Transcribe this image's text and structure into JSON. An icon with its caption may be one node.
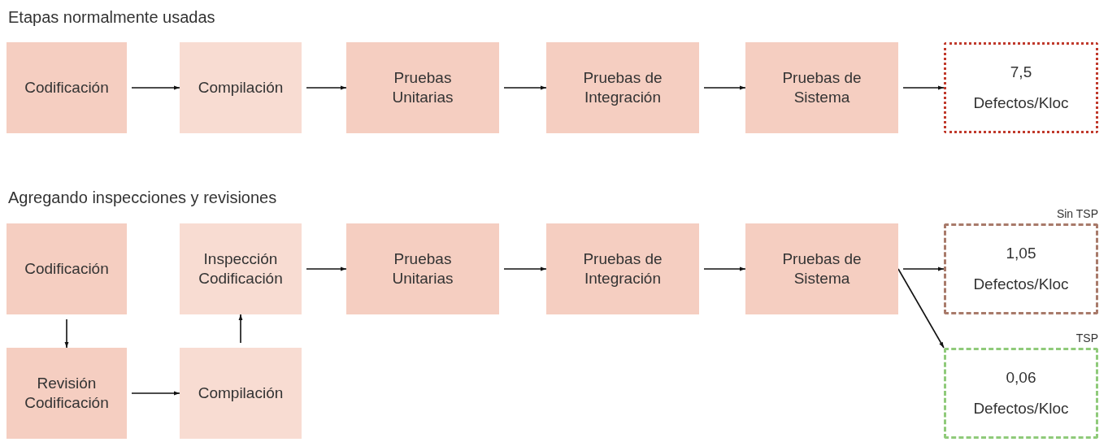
{
  "diagram": {
    "nodes": [
      {
        "text": [
          "Codificación"
        ]
      },
      {
        "text": [
          "Compilación"
        ]
      },
      {
        "text": [
          "Pruebas Unitarias"
        ]
      },
      {
        "text": [
          "Pruebas de Integración"
        ]
      },
      {
        "text": [
          "Pruebas de Sistema"
        ]
      },
      {
        "text": [
          "7,5",
          "Defectos/Kloc"
        ]
      },
      {
        "text": [
          "Codificación"
        ]
      },
      {
        "text": [
          "Revisión Codificación"
        ]
      },
      {
        "text": [
          "Compilación"
        ]
      },
      {
        "text": [
          "Inspección Codificación"
        ]
      },
      {
        "text": [
          "Pruebas Unitarias"
        ]
      },
      {
        "text": [
          "Pruebas de Integración"
        ]
      },
      {
        "text": [
          "Pruebas de Sistema"
        ]
      },
      {
        "text": [
          "1,05",
          "Defectos/Kloc"
        ],
        "beside": [
          "Sin TSP"
        ]
      },
      {
        "text": [
          "0,06",
          "Defectos/Kloc"
        ],
        "beside": [
          "TSP"
        ]
      }
    ],
    "edges": [
      {
        "from": 0,
        "to": 1,
        "arrow": "to"
      },
      {
        "from": 1,
        "to": 2,
        "arrow": "to"
      },
      {
        "from": 2,
        "to": 3,
        "arrow": "to"
      },
      {
        "from": 3,
        "to": 4,
        "arrow": "to"
      },
      {
        "from": 4,
        "to": 5,
        "arrow": "to"
      },
      {
        "from": 6,
        "to": 7,
        "arrow": "to"
      },
      {
        "from": 7,
        "to": 8,
        "arrow": "to"
      },
      {
        "from": 8,
        "to": 9,
        "arrow": "to"
      },
      {
        "from": 9,
        "to": 10,
        "arrow": "to"
      },
      {
        "from": 10,
        "to": 11,
        "arrow": "to"
      },
      {
        "from": 11,
        "to": 12,
        "arrow": "to"
      },
      {
        "from": 12,
        "to": 13,
        "arrow": "to"
      },
      {
        "from": 12,
        "to": 14,
        "arrow": "to"
      }
    ],
    "labels": [
      "Etapas normalmente usadas",
      "Agregando inspecciones y revisiones"
    ]
  }
}
